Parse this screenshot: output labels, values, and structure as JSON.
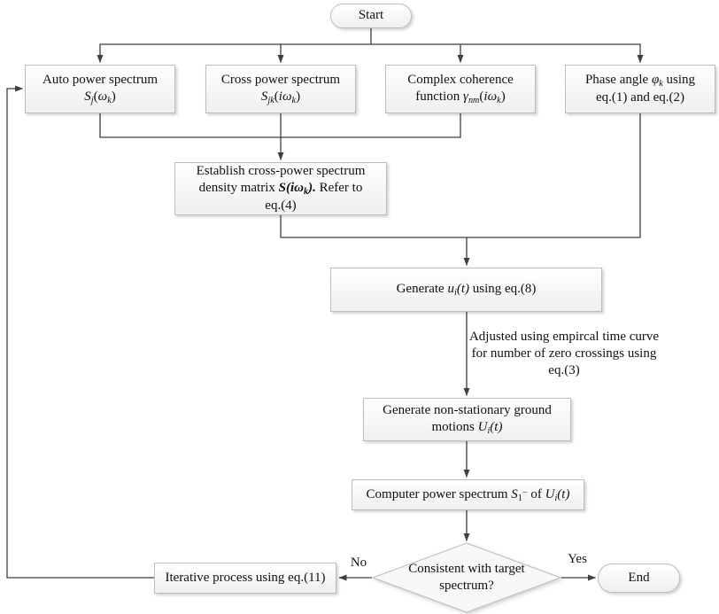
{
  "colors": {
    "line": "#3f3f3f",
    "box_border": "#bdbdbd",
    "box_fill_top": "#ffffff",
    "box_fill_bottom": "#efefef",
    "text": "#111111"
  },
  "nodes": {
    "start": {
      "label": "Start"
    },
    "auto_power": {
      "segments": [
        {
          "t": "Auto power spectrum"
        },
        {
          "br": true
        },
        {
          "t": "S",
          "i": true
        },
        {
          "t": "j",
          "i": true,
          "sub": true
        },
        {
          "t": "("
        },
        {
          "t": "ω",
          "i": true
        },
        {
          "t": "k",
          "i": true,
          "sub": true
        },
        {
          "t": ")"
        }
      ]
    },
    "cross_power": {
      "segments": [
        {
          "t": "Cross power spectrum"
        },
        {
          "br": true
        },
        {
          "t": "S",
          "i": true
        },
        {
          "t": "jk",
          "i": true,
          "sub": true
        },
        {
          "t": "("
        },
        {
          "t": "iω",
          "i": true
        },
        {
          "t": "k",
          "i": true,
          "sub": true
        },
        {
          "t": ")"
        }
      ]
    },
    "coherence": {
      "segments": [
        {
          "t": "Complex coherence"
        },
        {
          "br": true
        },
        {
          "t": "function "
        },
        {
          "t": "γ",
          "i": true
        },
        {
          "t": "nm",
          "i": true,
          "sub": true
        },
        {
          "t": "("
        },
        {
          "t": "iω",
          "i": true
        },
        {
          "t": "k",
          "i": true,
          "sub": true
        },
        {
          "t": ")"
        }
      ]
    },
    "phase": {
      "segments": [
        {
          "t": "Phase angle "
        },
        {
          "t": "φ",
          "i": true
        },
        {
          "t": "k",
          "i": true,
          "sub": true
        },
        {
          "t": " using"
        },
        {
          "br": true
        },
        {
          "t": "eq.(1) and eq.(2)"
        }
      ]
    },
    "establish": {
      "segments": [
        {
          "t": "Establish cross-power spectrum"
        },
        {
          "br": true
        },
        {
          "t": "density matrix "
        },
        {
          "t": " S",
          "b": true,
          "i": true
        },
        {
          "t": "(iω",
          "b": true,
          "i": true
        },
        {
          "t": "k",
          "b": true,
          "i": true,
          "sub": true
        },
        {
          "t": ").",
          "b": true,
          "i": true
        },
        {
          "t": " Refer to"
        },
        {
          "br": true
        },
        {
          "t": "eq.(4)"
        }
      ]
    },
    "generate_u": {
      "segments": [
        {
          "t": "Generate "
        },
        {
          "t": "u",
          "i": true
        },
        {
          "t": "i",
          "i": true,
          "sub": true
        },
        {
          "t": "(t)",
          "i": true
        },
        {
          "t": " using eq.(8)"
        }
      ]
    },
    "adjust_note": {
      "text": "Adjusted using empircal time curve for number of zero crossings using eq.(3)"
    },
    "nonstationary": {
      "segments": [
        {
          "t": "Generate non-stationary ground"
        },
        {
          "br": true
        },
        {
          "t": "motions "
        },
        {
          "t": "U",
          "i": true
        },
        {
          "t": "i",
          "i": true,
          "sub": true
        },
        {
          "t": "(t)",
          "i": true
        }
      ]
    },
    "power_spectrum": {
      "segments": [
        {
          "t": "Computer power spectrum "
        },
        {
          "t": "S",
          "i": true
        },
        {
          "t": "1",
          "sub": true
        },
        {
          "t": "−",
          "sup": true
        },
        {
          "t": " of "
        },
        {
          "t": "U",
          "i": true
        },
        {
          "t": "i",
          "i": true,
          "sub": true
        },
        {
          "t": "(t)",
          "i": true
        }
      ]
    },
    "decision": {
      "segments": [
        {
          "t": "Consistent with target"
        },
        {
          "br": true
        },
        {
          "t": "spectrum?"
        }
      ]
    },
    "iterative": {
      "segments": [
        {
          "t": "Iterative process using eq.(11)"
        }
      ]
    },
    "end": {
      "label": "End"
    }
  },
  "edge_labels": {
    "no": "No",
    "yes": "Yes"
  }
}
